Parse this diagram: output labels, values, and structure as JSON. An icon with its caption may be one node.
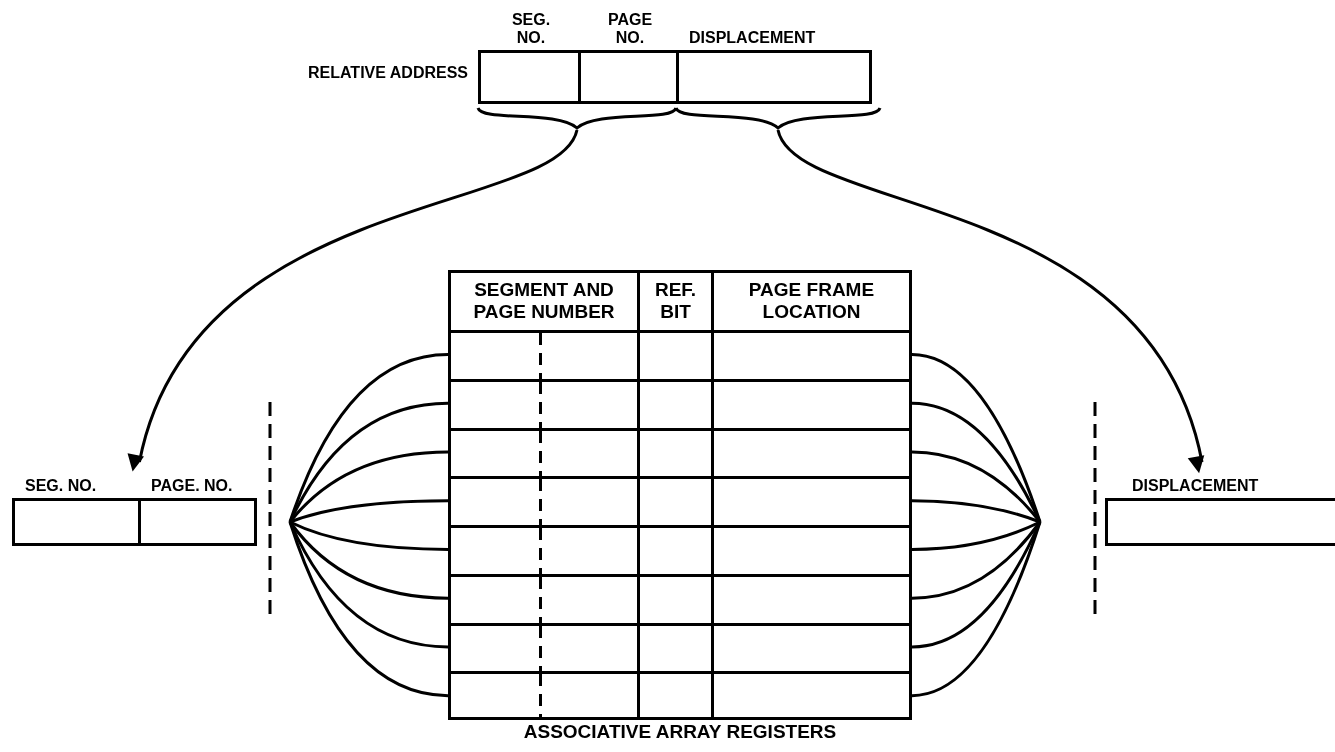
{
  "diagram": {
    "nodes": [
      {
        "text": [
          "RELATIVE ADDRESS"
        ]
      },
      {
        "text": [
          "SEG. NO."
        ],
        "in": 0
      },
      {
        "text": [
          "PAGE NO."
        ],
        "in": 0
      },
      {
        "text": [
          "DISPLACEMENT"
        ],
        "in": 0
      },
      {
        "text": [],
        "shape": "brace"
      },
      {
        "text": [],
        "shape": "brace"
      },
      {
        "text": [],
        "shape": "box"
      },
      {
        "text": [
          "SEG. NO."
        ],
        "in": 6
      },
      {
        "text": [
          "PAGE. NO."
        ],
        "in": 6
      },
      {
        "text": [
          "ASSOCIATIVE ARRAY REGISTERS"
        ]
      },
      {
        "text": [],
        "shape": "box",
        "in": 9
      },
      {
        "text": [],
        "shape": "box",
        "in": 9
      },
      {
        "text": [],
        "shape": "box",
        "in": 9
      },
      {
        "text": [],
        "shape": "box",
        "in": 9
      },
      {
        "text": [],
        "shape": "box",
        "in": 9
      },
      {
        "text": [],
        "shape": "box",
        "in": 9
      },
      {
        "text": [],
        "shape": "box",
        "in": 9
      },
      {
        "text": [],
        "shape": "box",
        "in": 9
      },
      {
        "text": [
          "DISPLACEMENT"
        ]
      }
    ],
    "edges": [
      {
        "from": 4,
        "to": 6,
        "arrow": "to"
      },
      {
        "from": 5,
        "to": 18,
        "arrow": "to"
      },
      {
        "from": null,
        "to": 10,
        "arrow": "none"
      },
      {
        "from": null,
        "to": 11,
        "arrow": "none"
      },
      {
        "from": null,
        "to": 12,
        "arrow": "none"
      },
      {
        "from": null,
        "to": 13,
        "arrow": "none"
      },
      {
        "from": null,
        "to": 14,
        "arrow": "none"
      },
      {
        "from": null,
        "to": 15,
        "arrow": "none"
      },
      {
        "from": null,
        "to": 16,
        "arrow": "none"
      },
      {
        "from": null,
        "to": 17,
        "arrow": "none"
      },
      {
        "from": 10,
        "to": null,
        "arrow": "none"
      },
      {
        "from": 11,
        "to": null,
        "arrow": "none"
      },
      {
        "from": 12,
        "to": null,
        "arrow": "none"
      },
      {
        "from": 13,
        "to": null,
        "arrow": "none"
      },
      {
        "from": 14,
        "to": null,
        "arrow": "none"
      },
      {
        "from": 15,
        "to": null,
        "arrow": "none"
      },
      {
        "from": 16,
        "to": null,
        "arrow": "none"
      },
      {
        "from": 17,
        "to": null,
        "arrow": "none"
      }
    ],
    "labels": [
      "SEGMENT AND PAGE NUMBER",
      "REF. BIT",
      "PAGE FRAME LOCATION"
    ]
  }
}
